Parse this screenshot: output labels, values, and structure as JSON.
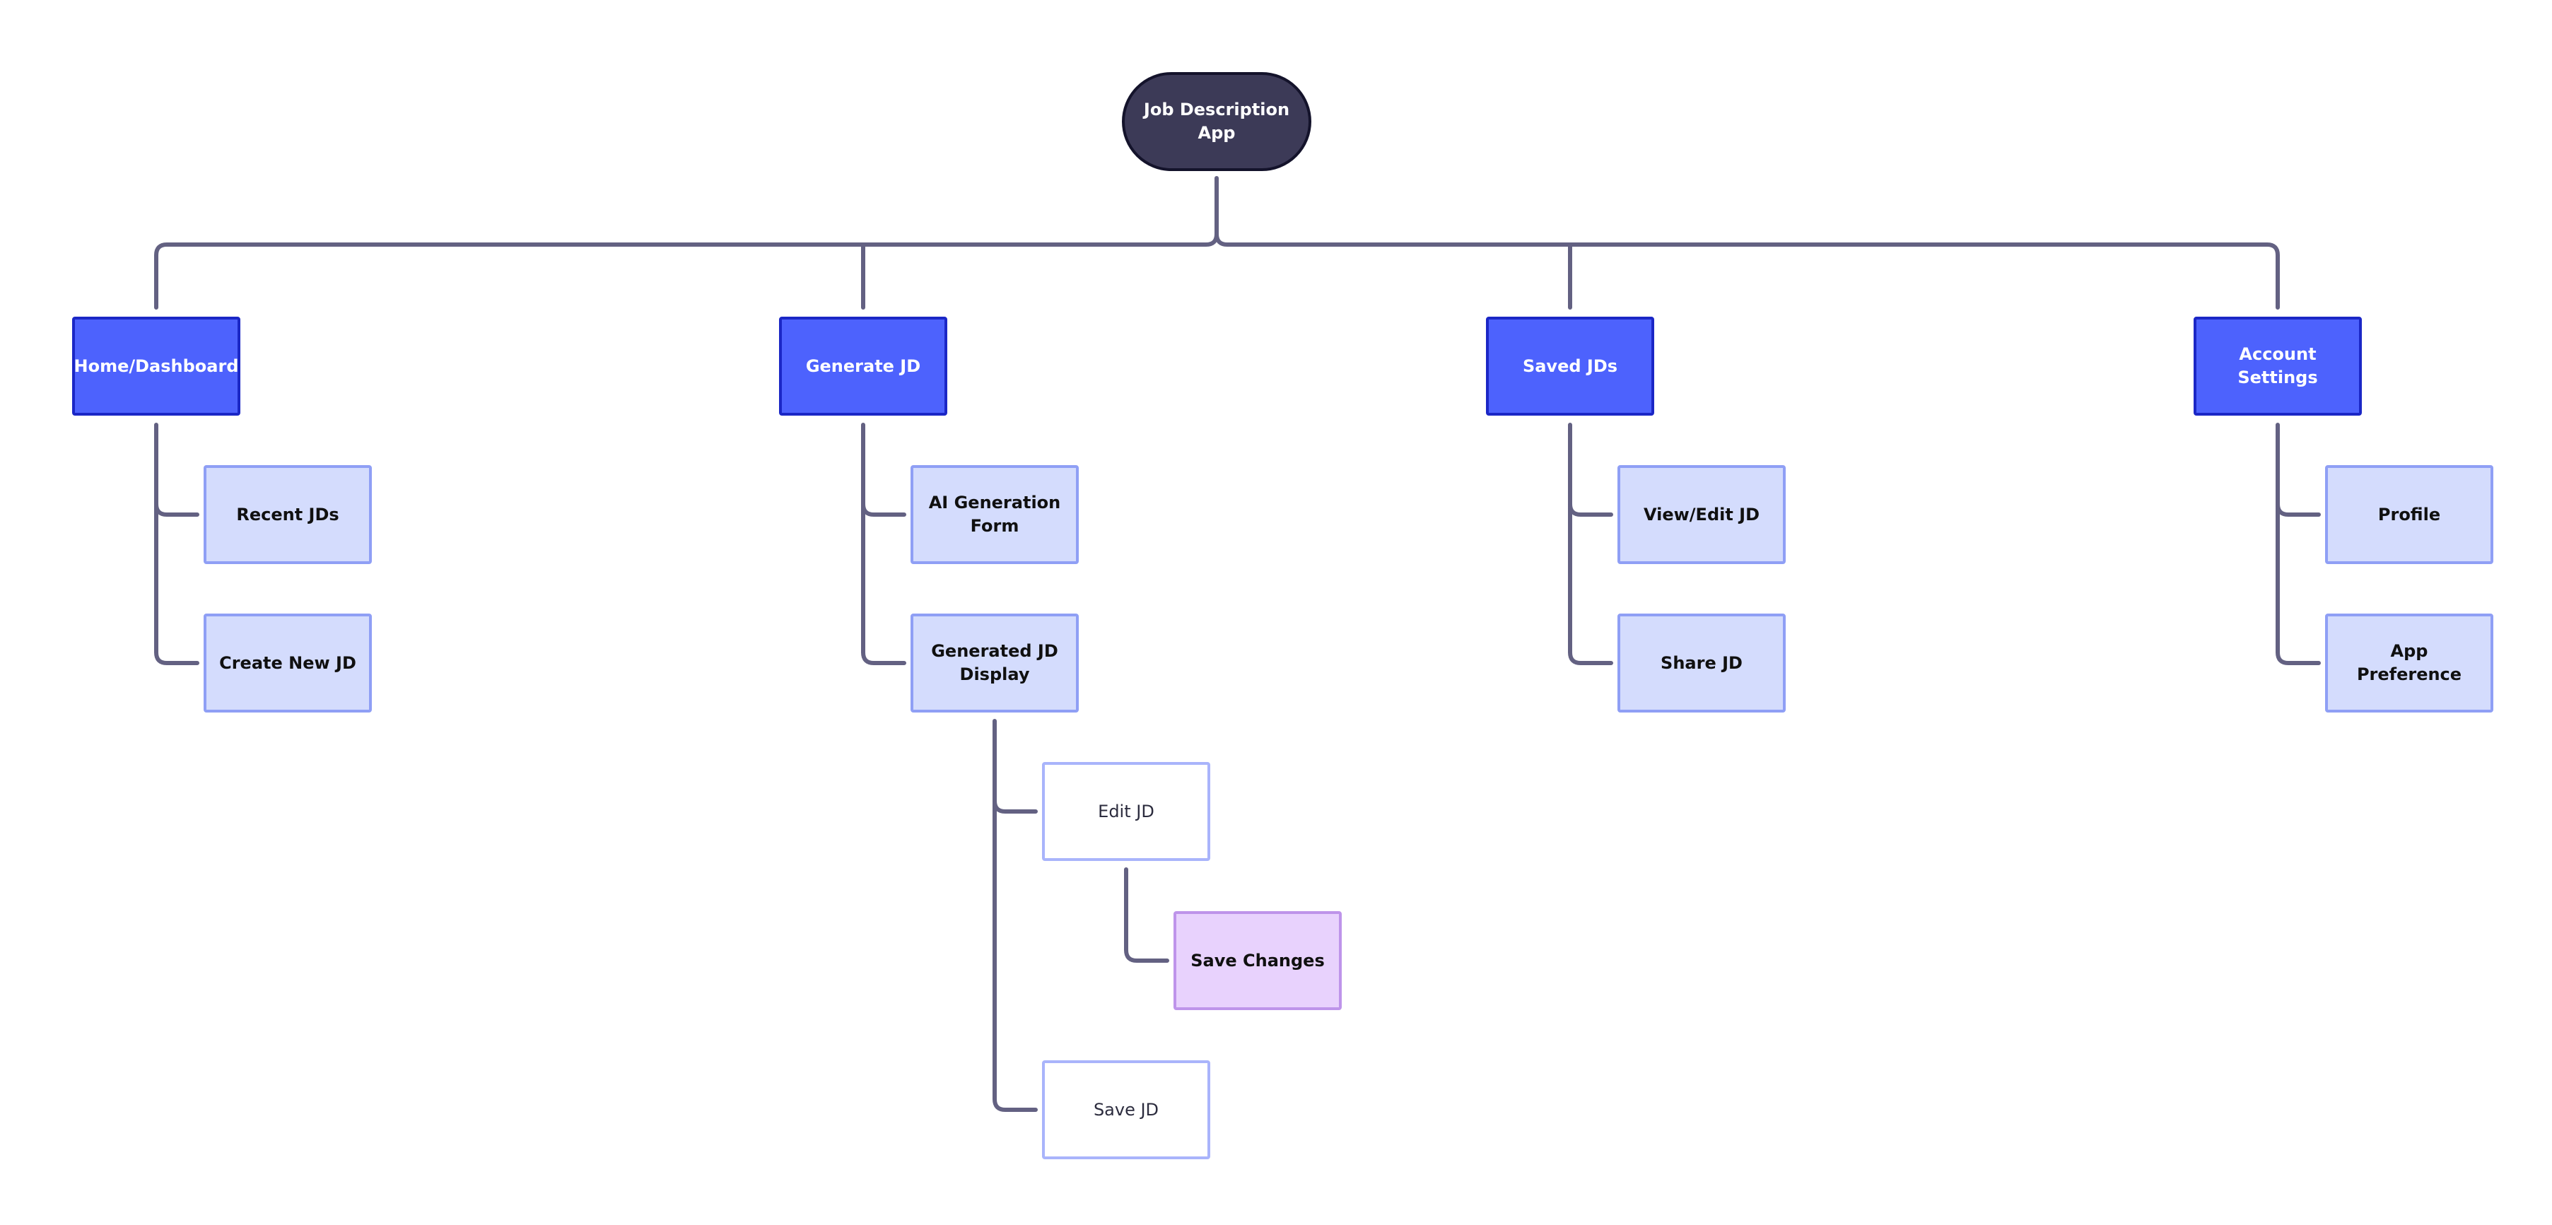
{
  "diagram": {
    "root": "Job Description App",
    "home": {
      "label": "Home/Dashboard",
      "children": [
        "Recent JDs",
        "Create New JD"
      ]
    },
    "generate": {
      "label": "Generate JD",
      "children": [
        "AI Generation Form",
        "Generated JD Display"
      ],
      "display_children": [
        "Edit JD",
        "Save JD"
      ],
      "edit_children": [
        "Save Changes"
      ]
    },
    "saved": {
      "label": "Saved JDs",
      "children": [
        "View/Edit JD",
        "Share JD"
      ]
    },
    "account": {
      "label": "Account Settings",
      "children": [
        "Profile",
        "App Preference"
      ]
    },
    "colors": {
      "root_fill": "#3c3a57",
      "category_fill": "#4d62fd",
      "page_fill": "#d4dcfd",
      "subpage_fill": "#ffffff",
      "action_fill": "#e8d2fd",
      "connector": "#636182"
    }
  }
}
